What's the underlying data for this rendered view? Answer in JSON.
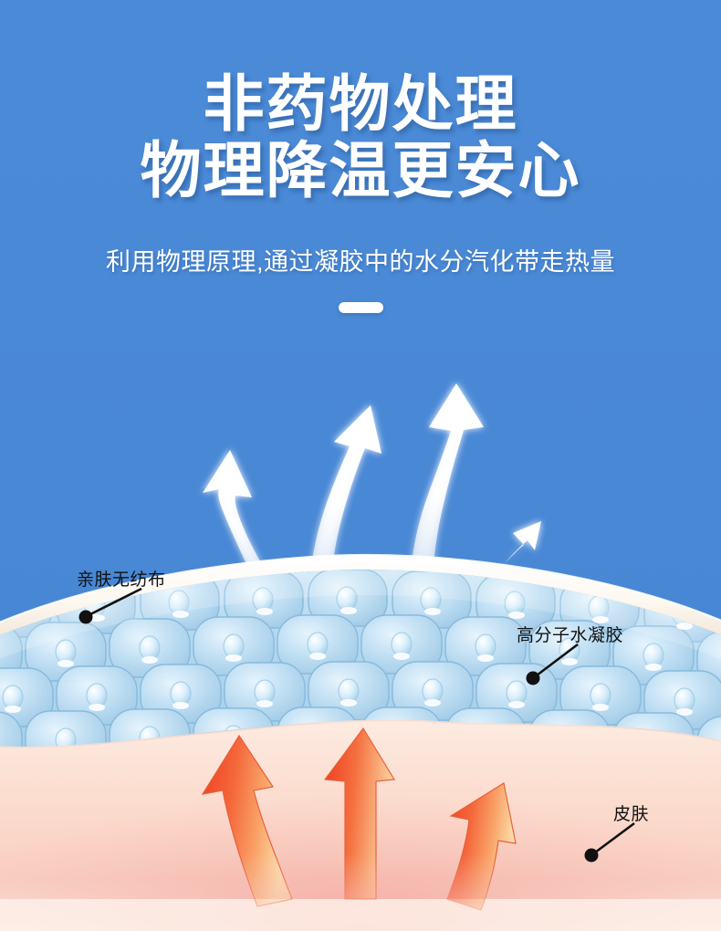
{
  "poster": {
    "background_color": "#4a8bd8",
    "headline": {
      "line1": "非药物处理",
      "line2": "物理降温更安心"
    },
    "subtitle": "利用物理原理,通过凝胶中的水分汽化带走热量",
    "divider": "pill-divider"
  },
  "diagram": {
    "labels": [
      {
        "id": "nonwoven",
        "text": "亲肤无纺布"
      },
      {
        "id": "hydrogel",
        "text": "高分子水凝胶"
      },
      {
        "id": "skin",
        "text": "皮肤"
      }
    ],
    "layers": {
      "gel_color": "#b9dcf2",
      "nonwoven_color": "#fbf6ee",
      "skin_color": "#fbded2",
      "skin_hot_color": "#f39a96"
    },
    "vapor_arrows": {
      "count": 4,
      "color": "#ffffff",
      "meaning": "moisture-vapor-rising"
    },
    "heat_arrows": {
      "count": 3,
      "color_start": "#f04a28",
      "color_end": "#fbd9a8",
      "meaning": "body-heat-rising"
    }
  }
}
